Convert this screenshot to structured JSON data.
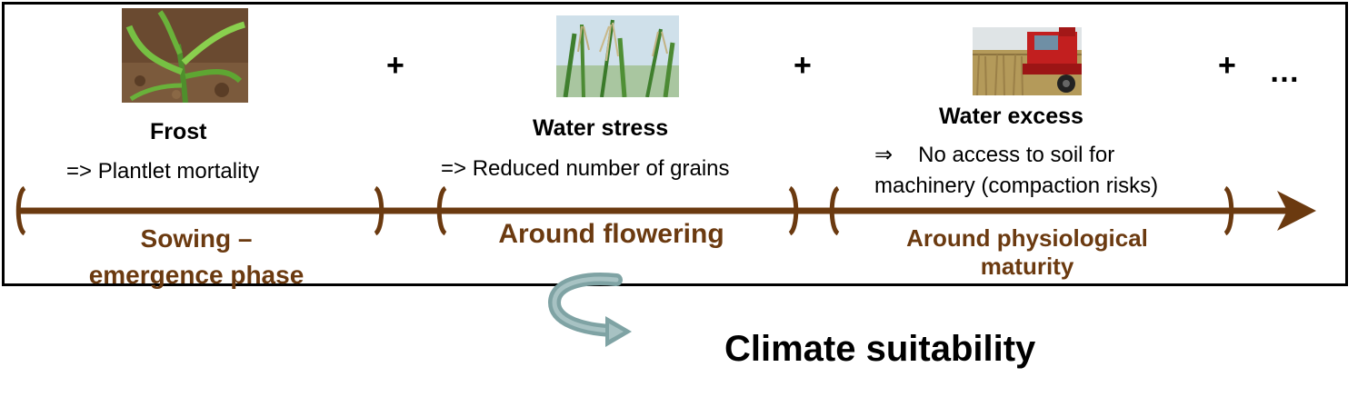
{
  "stages": [
    {
      "image_icon": "corn-seedling-photo",
      "hazard": "Frost",
      "effect": "=> Plantlet mortality",
      "phase_line1": "Sowing –",
      "phase_line2": "emergence phase"
    },
    {
      "image_icon": "corn-tassel-photo",
      "hazard": "Water stress",
      "effect": "=> Reduced number of grains",
      "phase_line1": "Around flowering"
    },
    {
      "image_icon": "combine-harvester-photo",
      "hazard": "Water excess",
      "effect_symbol": "⇒",
      "effect_line1": "No access to soil for",
      "effect_line2": "machinery (compaction risks)",
      "phase_line1": "Around physiological",
      "phase_line2": "maturity"
    }
  ],
  "operators": {
    "plus": "+",
    "ellipsis": "…"
  },
  "result": {
    "label": "Climate suitability",
    "icon": "cycle-arrow-icon"
  },
  "colors": {
    "timeline": "#6b3a10",
    "phase_text": "#6b3a10",
    "cycle_arrow": "#7fa3a4"
  }
}
